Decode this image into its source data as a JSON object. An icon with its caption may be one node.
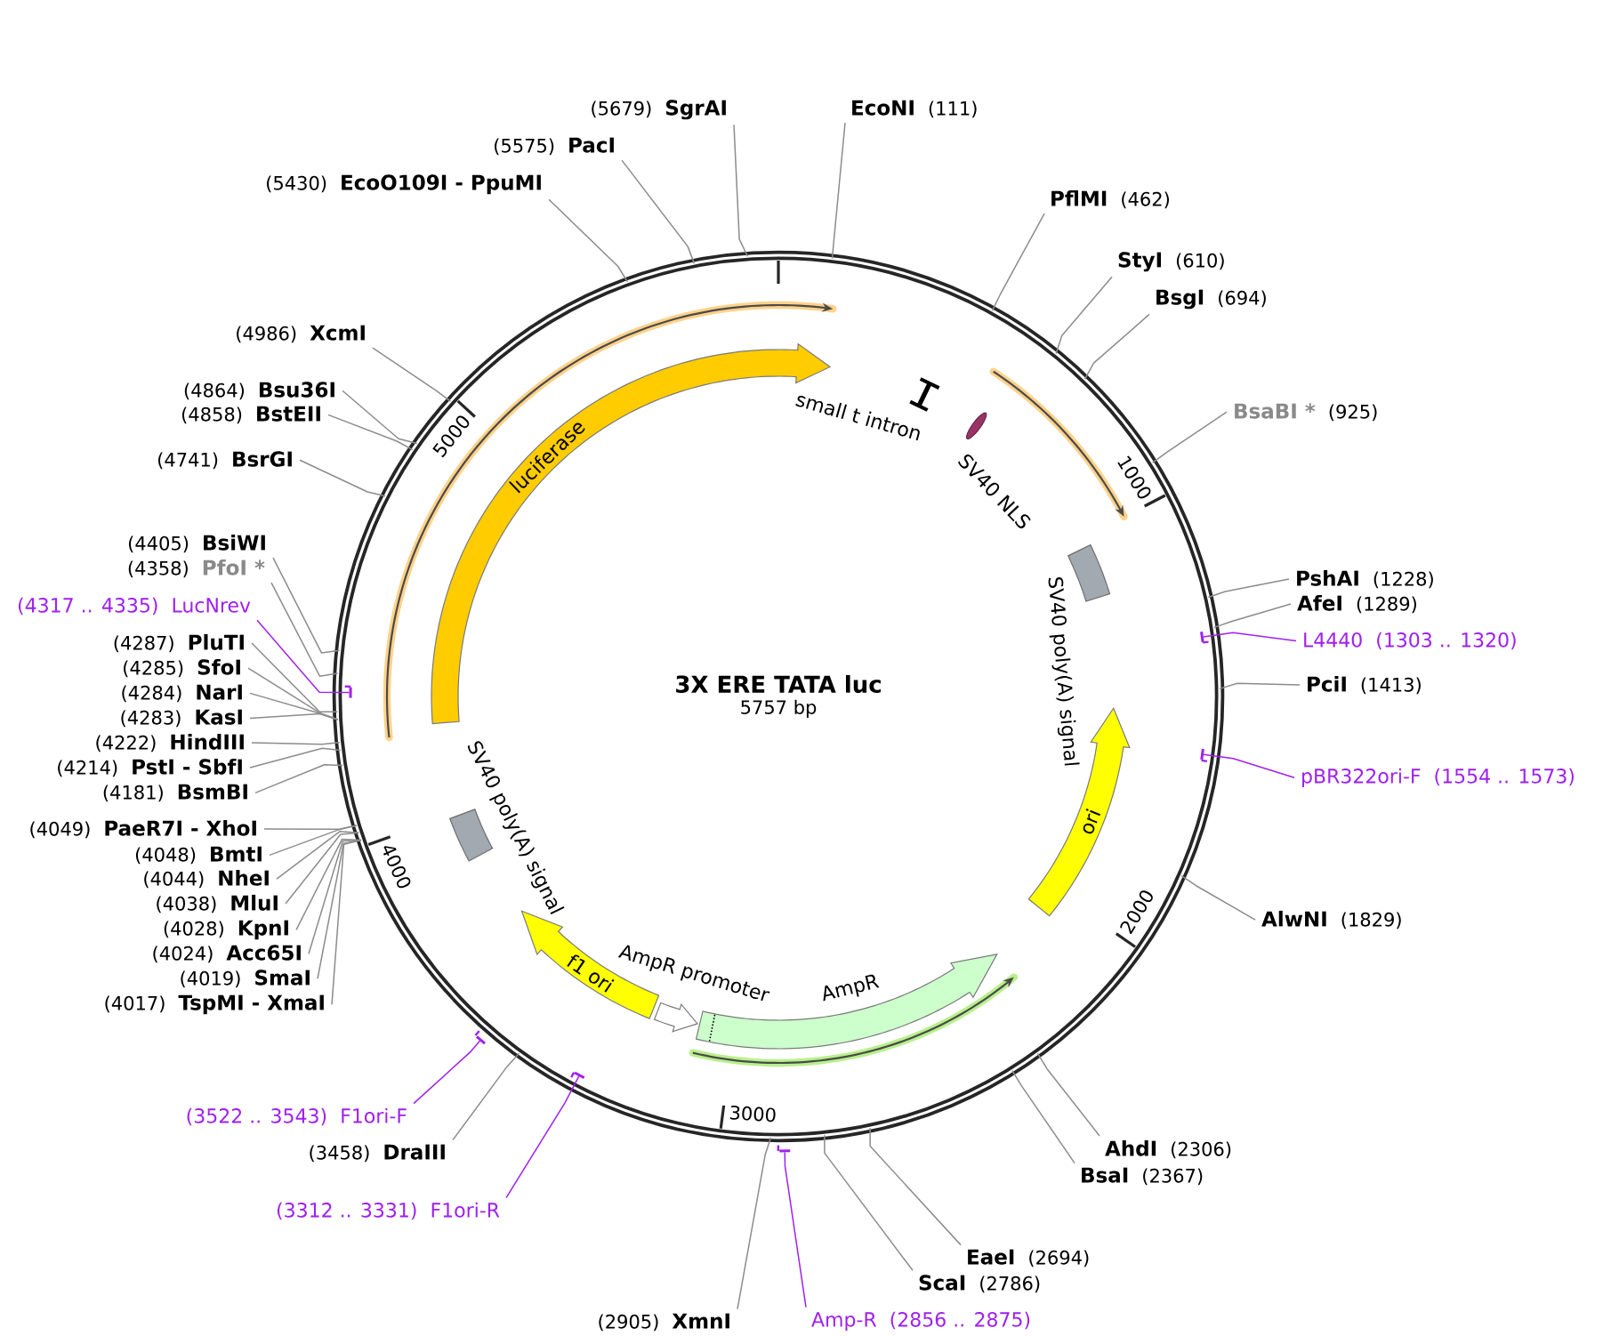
{
  "diagram": {
    "nodes": [
      {
        "text": [
          "3X ERE TATA luc",
          "5757 bp"
        ]
      },
      {
        "text": [
          "luciferase"
        ],
        "in": 0
      },
      {
        "text": [
          "small t intron"
        ],
        "in": 0
      },
      {
        "text": [
          "SV40 NLS"
        ],
        "in": 0
      },
      {
        "text": [
          "SV40 poly(A) signal"
        ],
        "in": 0
      },
      {
        "text": [
          "ori"
        ],
        "in": 0
      },
      {
        "text": [
          "AmpR"
        ],
        "in": 0
      },
      {
        "text": [
          "AmpR promoter"
        ],
        "in": 0
      },
      {
        "text": [
          "f1 ori"
        ],
        "in": 0
      },
      {
        "text": [
          "SV40 poly(A) signal"
        ],
        "in": 0
      },
      {
        "text": [
          "(5679)",
          "SgrAI"
        ]
      },
      {
        "text": [
          "EcoNI",
          "(111)"
        ]
      },
      {
        "text": [
          "(5575)",
          "PacI"
        ]
      },
      {
        "text": [
          "(5430)",
          "EcoO109I - PpuMI"
        ]
      },
      {
        "text": [
          "PflMI",
          "(462)"
        ]
      },
      {
        "text": [
          "StyI",
          "(610)"
        ]
      },
      {
        "text": [
          "BsgI",
          "(694)"
        ]
      },
      {
        "text": [
          "(4986)",
          "XcmI"
        ]
      },
      {
        "text": [
          "(4864)",
          "Bsu36I"
        ]
      },
      {
        "text": [
          "BsaBI *",
          "(925)"
        ]
      },
      {
        "text": [
          "(4858)",
          "BstEII"
        ]
      },
      {
        "text": [
          "(4741)",
          "BsrGI"
        ]
      },
      {
        "text": [
          "(4405)",
          "BsiWI"
        ]
      },
      {
        "text": [
          "(4358)",
          "PfoI *"
        ]
      },
      {
        "text": [
          "PshAI",
          "(1228)"
        ]
      },
      {
        "text": [
          "AfeI",
          "(1289)"
        ]
      },
      {
        "text": [
          "(4317 .. 4335)",
          "LucNrev"
        ]
      },
      {
        "text": [
          "L4440",
          "(1303 .. 1320)"
        ]
      },
      {
        "text": [
          "(4287)",
          "PluTI"
        ]
      },
      {
        "text": [
          "(4285)",
          "SfoI"
        ]
      },
      {
        "text": [
          "PciI",
          "(1413)"
        ]
      },
      {
        "text": [
          "(4284)",
          "NarI"
        ]
      },
      {
        "text": [
          "(4283)",
          "KasI"
        ]
      },
      {
        "text": [
          "(4222)",
          "HindIII"
        ]
      },
      {
        "text": [
          "(4214)",
          "PstI - SbfI"
        ]
      },
      {
        "text": [
          "pBR322ori-F",
          "(1554 .. 1573)"
        ]
      },
      {
        "text": [
          "(4181)",
          "BsmBI"
        ]
      },
      {
        "text": [
          "(4049)",
          "PaeR7I - XhoI"
        ]
      },
      {
        "text": [
          "(4048)",
          "BmtI"
        ]
      },
      {
        "text": [
          "(4044)",
          "NheI"
        ]
      },
      {
        "text": [
          "(4038)",
          "MluI"
        ]
      },
      {
        "text": [
          "AlwNI",
          "(1829)"
        ]
      },
      {
        "text": [
          "(4028)",
          "KpnI"
        ]
      },
      {
        "text": [
          "(4024)",
          "Acc65I"
        ]
      },
      {
        "text": [
          "(4019)",
          "SmaI"
        ]
      },
      {
        "text": [
          "(4017)",
          "TspMI - XmaI"
        ]
      },
      {
        "text": [
          "(3522 .. 3543)",
          "F1ori-F"
        ]
      },
      {
        "text": [
          "AhdI",
          "(2306)"
        ]
      },
      {
        "text": [
          "(3458)",
          "DraIII"
        ]
      },
      {
        "text": [
          "BsaI",
          "(2367)"
        ]
      },
      {
        "text": [
          "(3312 .. 3331)",
          "F1ori-R"
        ]
      },
      {
        "text": [
          "EaeI",
          "(2694)"
        ]
      },
      {
        "text": [
          "ScaI",
          "(2786)"
        ]
      },
      {
        "text": [
          "(2905)",
          "XmnI"
        ]
      },
      {
        "text": [
          "Amp-R",
          "(2856 .. 2875)"
        ]
      },
      {
        "text": [],
        "shape": "bar",
        "in": 0
      },
      {
        "text": [],
        "shape": "bar",
        "in": 0
      },
      {
        "text": [],
        "shape": "bar",
        "in": 0
      },
      {
        "text": [],
        "shape": "bar"
      },
      {
        "text": [],
        "shape": "bar",
        "in": 0
      },
      {
        "text": [],
        "shape": "bar"
      }
    ],
    "edges": [
      {
        "from": 10,
        "to": 0,
        "arrow": "none"
      },
      {
        "from": 11,
        "to": 0,
        "arrow": "none"
      },
      {
        "from": 12,
        "to": 0,
        "arrow": "none"
      },
      {
        "from": 13,
        "to": 0,
        "arrow": "none"
      },
      {
        "from": 14,
        "to": 0,
        "arrow": "none"
      },
      {
        "from": 15,
        "to": 0,
        "arrow": "none"
      },
      {
        "from": 16,
        "to": 0,
        "arrow": "none"
      },
      {
        "from": 17,
        "to": 0,
        "arrow": "none"
      },
      {
        "from": 18,
        "to": 0,
        "arrow": "none"
      },
      {
        "from": 19,
        "to": 0,
        "arrow": "none"
      },
      {
        "from": 20,
        "to": 0,
        "arrow": "none"
      },
      {
        "from": 21,
        "to": 0,
        "arrow": "none"
      },
      {
        "from": 22,
        "to": 0,
        "arrow": "none"
      },
      {
        "from": 23,
        "to": 0,
        "arrow": "none"
      },
      {
        "from": 24,
        "to": 0,
        "arrow": "none"
      },
      {
        "from": 25,
        "to": 0,
        "arrow": "none"
      },
      {
        "from": 26,
        "to": 55,
        "arrow": "none",
        "color": "#a020f0"
      },
      {
        "from": 27,
        "to": 56,
        "arrow": "none",
        "color": "#a020f0"
      },
      {
        "from": 28,
        "to": 0,
        "arrow": "none"
      },
      {
        "from": 29,
        "to": 0,
        "arrow": "none"
      },
      {
        "from": 30,
        "to": 0,
        "arrow": "none"
      },
      {
        "from": 31,
        "to": 0,
        "arrow": "none"
      },
      {
        "from": 32,
        "to": 0,
        "arrow": "none"
      },
      {
        "from": 33,
        "to": 0,
        "arrow": "none"
      },
      {
        "from": 34,
        "to": 0,
        "arrow": "none"
      },
      {
        "from": 35,
        "to": 57,
        "arrow": "none",
        "color": "#a020f0"
      },
      {
        "from": 36,
        "to": 0,
        "arrow": "none"
      },
      {
        "from": 37,
        "to": 0,
        "arrow": "none"
      },
      {
        "from": 38,
        "to": 0,
        "arrow": "none"
      },
      {
        "from": 39,
        "to": 0,
        "arrow": "none"
      },
      {
        "from": 40,
        "to": 0,
        "arrow": "none"
      },
      {
        "from": 41,
        "to": 0,
        "arrow": "none"
      },
      {
        "from": 42,
        "to": 0,
        "arrow": "none"
      },
      {
        "from": 43,
        "to": 0,
        "arrow": "none"
      },
      {
        "from": 44,
        "to": 0,
        "arrow": "none"
      },
      {
        "from": 45,
        "to": 0,
        "arrow": "none"
      },
      {
        "from": 46,
        "to": 58,
        "arrow": "none",
        "color": "#a020f0"
      },
      {
        "from": 47,
        "to": 0,
        "arrow": "none"
      },
      {
        "from": 48,
        "to": 0,
        "arrow": "none"
      },
      {
        "from": 49,
        "to": 0,
        "arrow": "none"
      },
      {
        "from": 50,
        "to": 59,
        "arrow": "none",
        "color": "#a020f0"
      },
      {
        "from": 51,
        "to": 0,
        "arrow": "none"
      },
      {
        "from": 52,
        "to": 0,
        "arrow": "none"
      },
      {
        "from": 53,
        "to": 0,
        "arrow": "none"
      },
      {
        "from": 54,
        "to": 60,
        "arrow": "none",
        "color": "#a020f0"
      }
    ],
    "labels": [
      "5000",
      "1000",
      "4000",
      "2000",
      "3000"
    ]
  }
}
